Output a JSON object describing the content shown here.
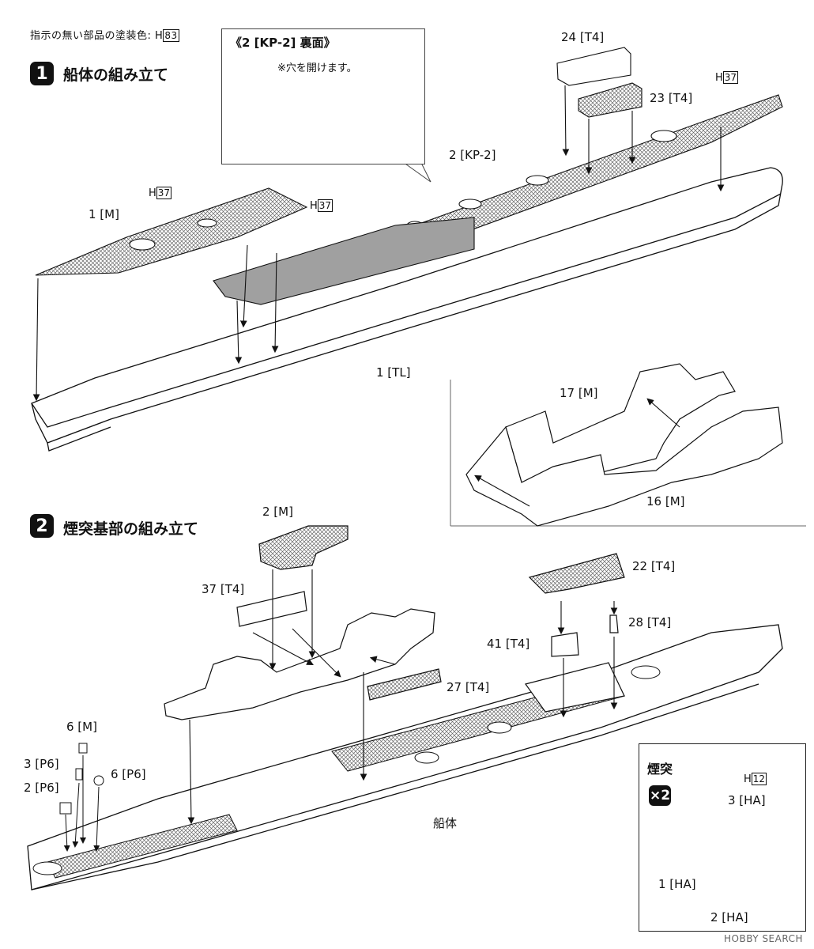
{
  "header_note": {
    "text": "指示の無い部品の塗装色:",
    "code_prefix": "H",
    "code": "83"
  },
  "step1": {
    "number": "1",
    "title": "船体の組み立て"
  },
  "step2": {
    "number": "2",
    "title": "煙突基部の組み立て"
  },
  "callout": {
    "title": "《2 [KP-2] 裏面》",
    "note": "※穴を開けます。"
  },
  "parts": {
    "p24_t4": "24 [T4]",
    "p23_t4": "23 [T4]",
    "p2_kp2": "2 [KP-2]",
    "p1_m": "1 [M]",
    "p1_tl": "1 [TL]",
    "p17_m": "17 [M]",
    "p16_m": "16 [M]",
    "p2_m": "2 [M]",
    "p37_t4": "37 [T4]",
    "p27_t4": "27 [T4]",
    "p22_t4": "22 [T4]",
    "p28_t4": "28 [T4]",
    "p41_t4": "41 [T4]",
    "p6_m": "6 [M]",
    "p3_p6": "3 [P6]",
    "p2_p6": "2 [P6]",
    "p6_p6": "6 [P6]",
    "hull": "船体"
  },
  "color_codes": {
    "h37_a": {
      "prefix": "H",
      "code": "37"
    },
    "h37_b": {
      "prefix": "H",
      "code": "37"
    },
    "h37_c": {
      "prefix": "H",
      "code": "37"
    },
    "h12": {
      "prefix": "H",
      "code": "12"
    }
  },
  "chimney": {
    "title": "煙突",
    "multiplier": "×2",
    "p3_ha": "3 [HA]",
    "p1_ha": "1 [HA]",
    "p2_ha": "2 [HA]"
  },
  "watermark": "HOBBY SEARCH",
  "colors": {
    "ink": "#111111",
    "deck_gray": "#9a9a9a",
    "hatch": "#cfcfcf"
  }
}
